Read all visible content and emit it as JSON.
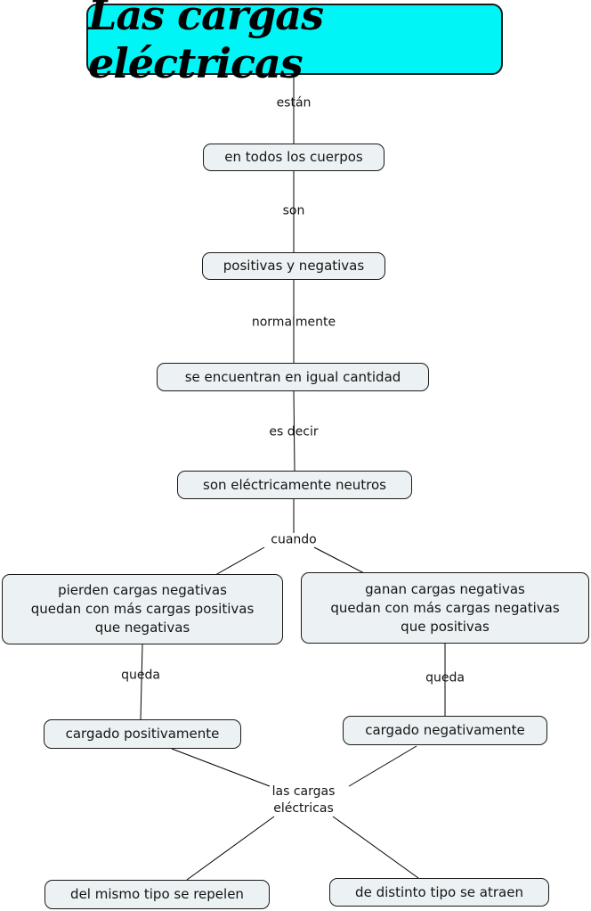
{
  "title": {
    "text": "Las cargas eléctricas"
  },
  "colors": {
    "title_bg": "#00f6f6",
    "node_bg": "#ecf2f4",
    "node_border": "#1a1a1a",
    "line": "#000000"
  },
  "nodes": {
    "cuerpos": "en todos los cuerpos",
    "positivas_negativas": "positivas y negativas",
    "igual_cantidad": "se encuentran en igual cantidad",
    "neutros": "son eléctricamente neutros",
    "pierden": "pierden cargas negativas\nquedan con más cargas positivas\nque negativas",
    "ganan": "ganan cargas negativas\nquedan con más cargas negativas\nque positivas",
    "cargado_pos": "cargado positivamente",
    "cargado_neg": "cargado negativamente",
    "repelen": "del mismo tipo se repelen",
    "atraen": "de distinto tipo se atraen"
  },
  "link_labels": {
    "estan": "están",
    "son": "son",
    "normalmente": "normalmente",
    "es_decir": "es decir",
    "cuando": "cuando",
    "queda_left": "queda",
    "queda_right": "queda",
    "las_cargas": "las cargas\neléctricas"
  }
}
